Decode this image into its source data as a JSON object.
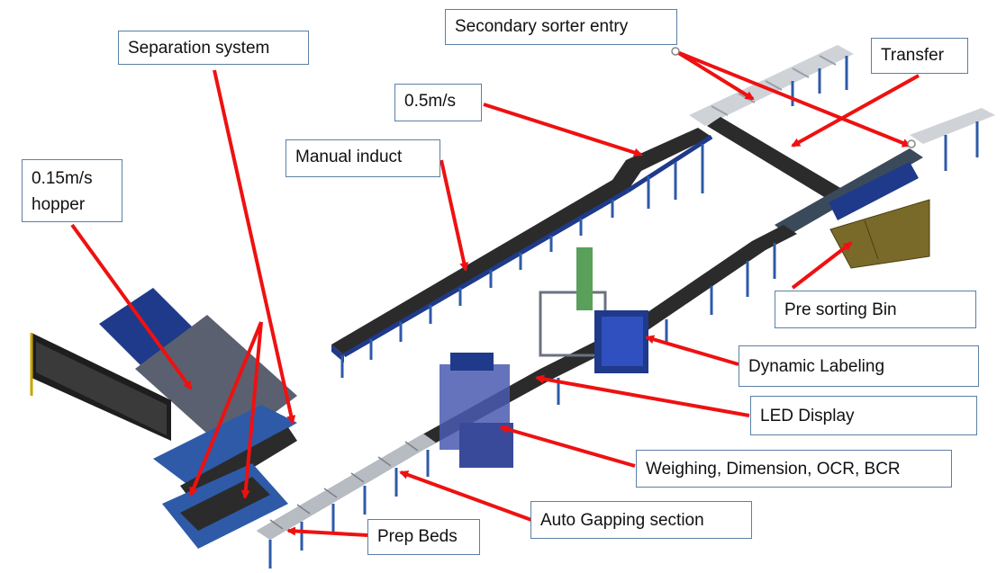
{
  "colors": {
    "frame_blue": "#1f3a8a",
    "leg_blue": "#2e5aa8",
    "belt_dark": "#2b2b2b",
    "roller_gray": "#9aa0a8",
    "arrow_red": "#ee1111",
    "callout_border": "#5b7fa6",
    "bin_brown": "#7a6a2a"
  },
  "labels": {
    "secondary_sorter_entry": "Secondary sorter entry",
    "separation_system": "Separation system",
    "transfer": "Transfer",
    "speed_fast": "0.5m/s",
    "manual_induct": "Manual induct",
    "hopper": [
      "0.15m/s",
      "hopper"
    ],
    "pre_sorting_bin": "Pre sorting Bin",
    "dynamic_labeling": "Dynamic Labeling",
    "led_display": "LED Display",
    "weighing": "Weighing, Dimension, OCR, BCR",
    "auto_gapping": "Auto Gapping section",
    "prep_beds": "Prep Beds"
  }
}
